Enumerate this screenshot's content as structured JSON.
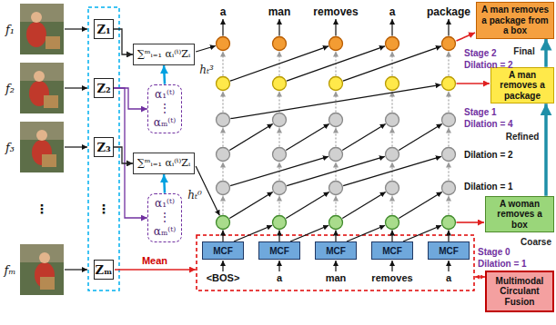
{
  "diagram": {
    "nodes": [
      {
        "text": [
          "Z₁"
        ]
      },
      {
        "text": [
          "Z₂"
        ]
      },
      {
        "text": [
          "Z₃"
        ]
      },
      {
        "text": [
          "Zₘ"
        ]
      },
      {
        "text": [
          "∑ᵐᵢ₌₁ αᵢ⁽ᵗ⁾Zᵢ"
        ]
      },
      {
        "text": [
          "α₁⁽ᵗ⁾",
          "⋮",
          "αₘ⁽ᵗ⁾"
        ]
      },
      {
        "text": [
          "∑ᵐᵢ₌₁ αᵢ⁽ᵗ⁾Zᵢ"
        ]
      },
      {
        "text": [
          "α₁⁽ᵗ⁾",
          "⋮",
          "αₘ⁽ᵗ⁾"
        ]
      },
      {
        "text": [
          "MCF"
        ]
      },
      {
        "text": [
          "MCF"
        ]
      },
      {
        "text": [
          "MCF"
        ]
      },
      {
        "text": [
          "MCF"
        ]
      },
      {
        "text": [
          "MCF"
        ]
      },
      {
        "text": [
          "Multimodal Circulant Fusion"
        ]
      },
      {
        "text": [
          "A man removes a package from a box"
        ]
      },
      {
        "text": [
          "A man removes a package"
        ]
      },
      {
        "text": [
          "A woman removes a box"
        ]
      }
    ],
    "edges": [
      {
        "from": 0,
        "to": 4,
        "arrow": "to"
      },
      {
        "from": 1,
        "to": 5,
        "arrow": "to"
      },
      {
        "from": 1,
        "to": 7,
        "arrow": "to"
      },
      {
        "from": 2,
        "to": 6,
        "arrow": "to"
      },
      {
        "from": 5,
        "to": 4,
        "arrow": "to"
      },
      {
        "from": 7,
        "to": 6,
        "arrow": "to"
      },
      {
        "from": 16,
        "to": 15,
        "arrow": "to"
      },
      {
        "from": 15,
        "to": 14,
        "arrow": "to"
      }
    ],
    "labels": [
      "f₁",
      "f₂",
      "f₃",
      "⋮",
      "fₘ",
      "⋮",
      "hₜ³",
      "hₜ⁰",
      "Mean",
      "a",
      "man",
      "removes",
      "a",
      "package",
      "Stage 2",
      "Dilation = 2",
      "Stage 1",
      "Dilation = 4",
      "Dilation = 2",
      "Dilation = 1",
      "Stage 0",
      "Dilation = 1",
      "Final",
      "Refined",
      "Coarse",
      "<BOS>",
      "a",
      "man",
      "removes",
      "a"
    ]
  }
}
